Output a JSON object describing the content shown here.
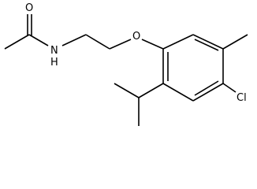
{
  "atoms": {
    "oxygen_carbonyl": "O",
    "nitrogen_amide": "N",
    "hydrogen_amide": "H",
    "oxygen_ether": "O",
    "chlorine": "Cl"
  },
  "colors": {
    "background": "#ffffff",
    "bond": "#000000",
    "label": "#000000"
  }
}
